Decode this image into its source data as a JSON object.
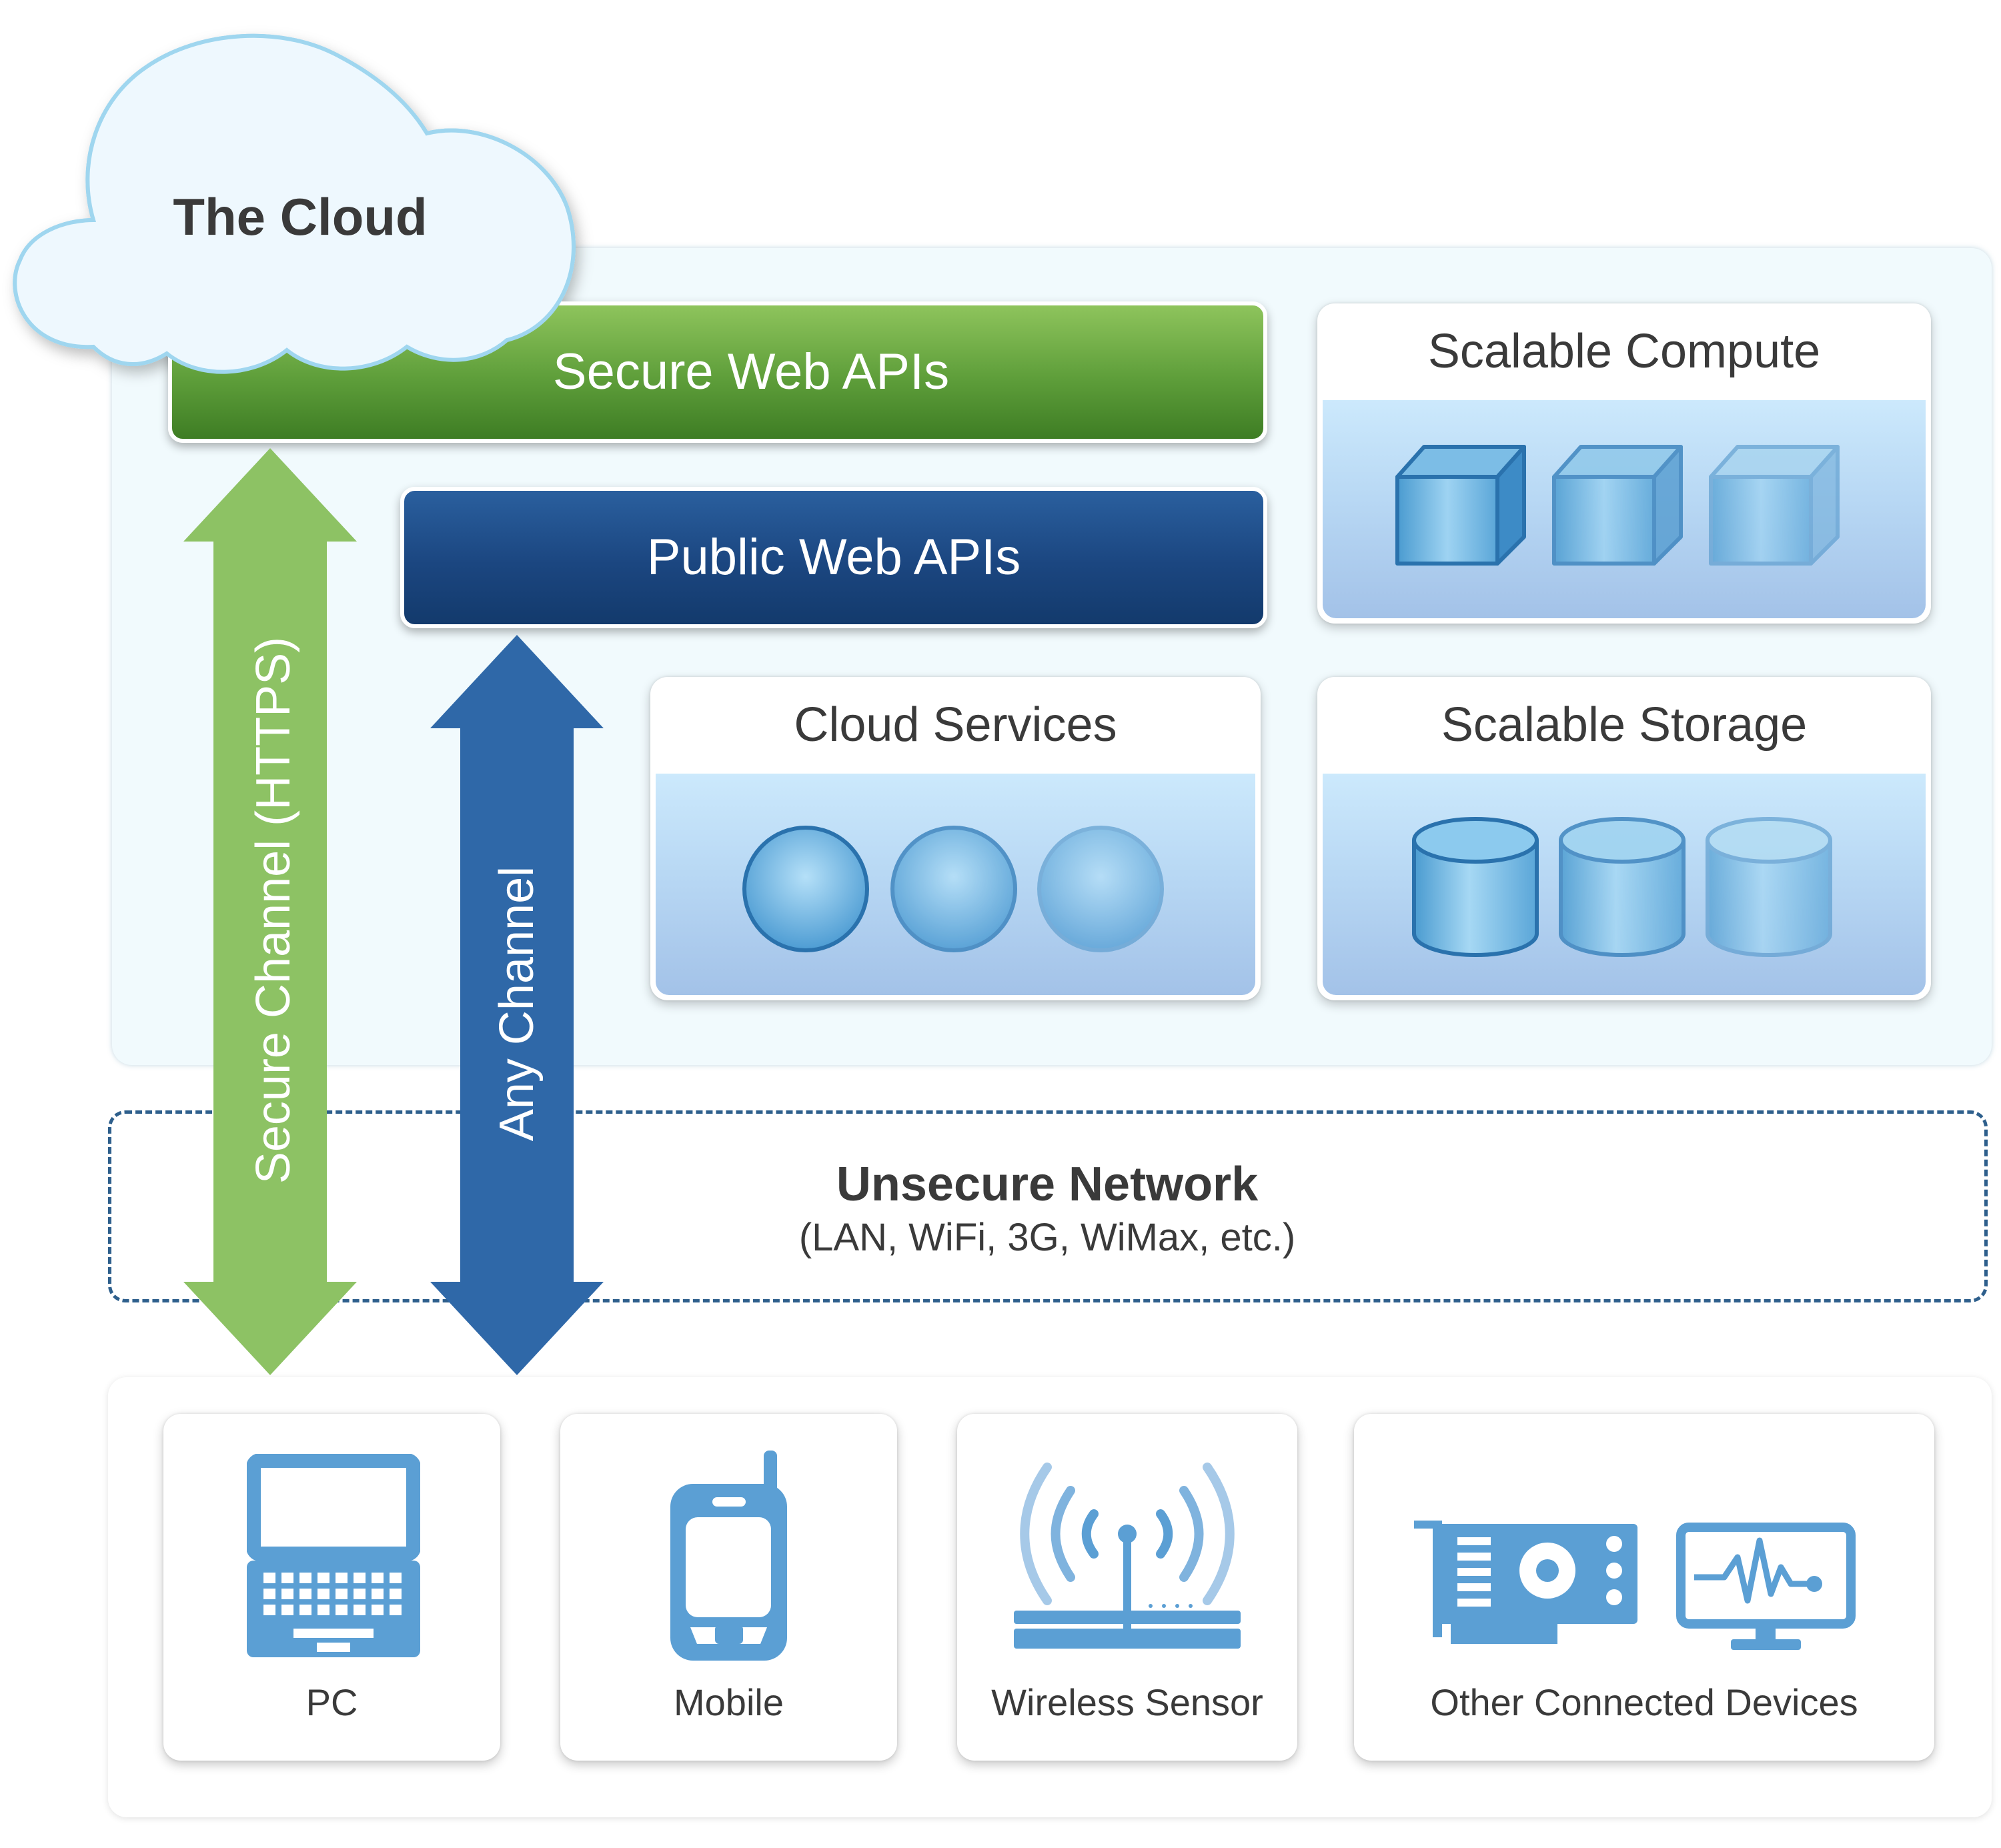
{
  "cloud": {
    "title": "The Cloud"
  },
  "apis": {
    "secure": "Secure Web APIs",
    "public": "Public Web APIs"
  },
  "panels": {
    "compute": "Scalable Compute",
    "services": "Cloud Services",
    "storage": "Scalable Storage"
  },
  "channels": {
    "secure": "Secure Channel (HTTPS)",
    "any": "Any Channel"
  },
  "network": {
    "title": "Unsecure Network",
    "subtitle": "(LAN, WiFi, 3G, WiMax, etc.)"
  },
  "devices": {
    "pc": "PC",
    "mobile": "Mobile",
    "sensor": "Wireless Sensor",
    "other": "Other Connected Devices"
  },
  "colors": {
    "secure_green": "#8dc264",
    "any_blue": "#2f68a8",
    "icon_blue": "#5b9fd4",
    "dash_border": "#2e5f8c"
  }
}
